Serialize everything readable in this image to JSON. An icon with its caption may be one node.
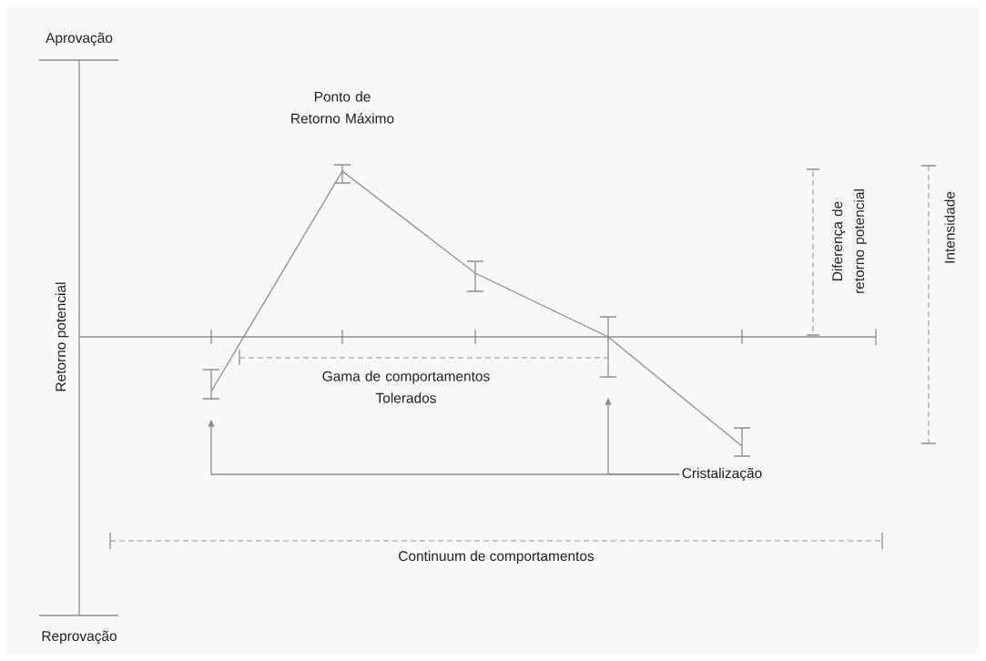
{
  "diagram": {
    "nodes": [
      {
        "text": [],
        "shape": "bar"
      },
      {
        "text": [],
        "shape": "bar"
      },
      {
        "text": [
          "Cristalização"
        ]
      }
    ],
    "edges": [
      {
        "from": 2,
        "to": 1,
        "arrow": "to"
      },
      {
        "from": 2,
        "to": 0,
        "arrow": "to"
      }
    ],
    "labels": [
      "Aprovação",
      "Ponto de Retorno Máximo",
      "Diferença de retorno potencial",
      "Intensidade",
      "Retorno potencial",
      "Gama de comportamentos Tolerados",
      "Continuum de comportamentos",
      "Reprovação"
    ]
  }
}
